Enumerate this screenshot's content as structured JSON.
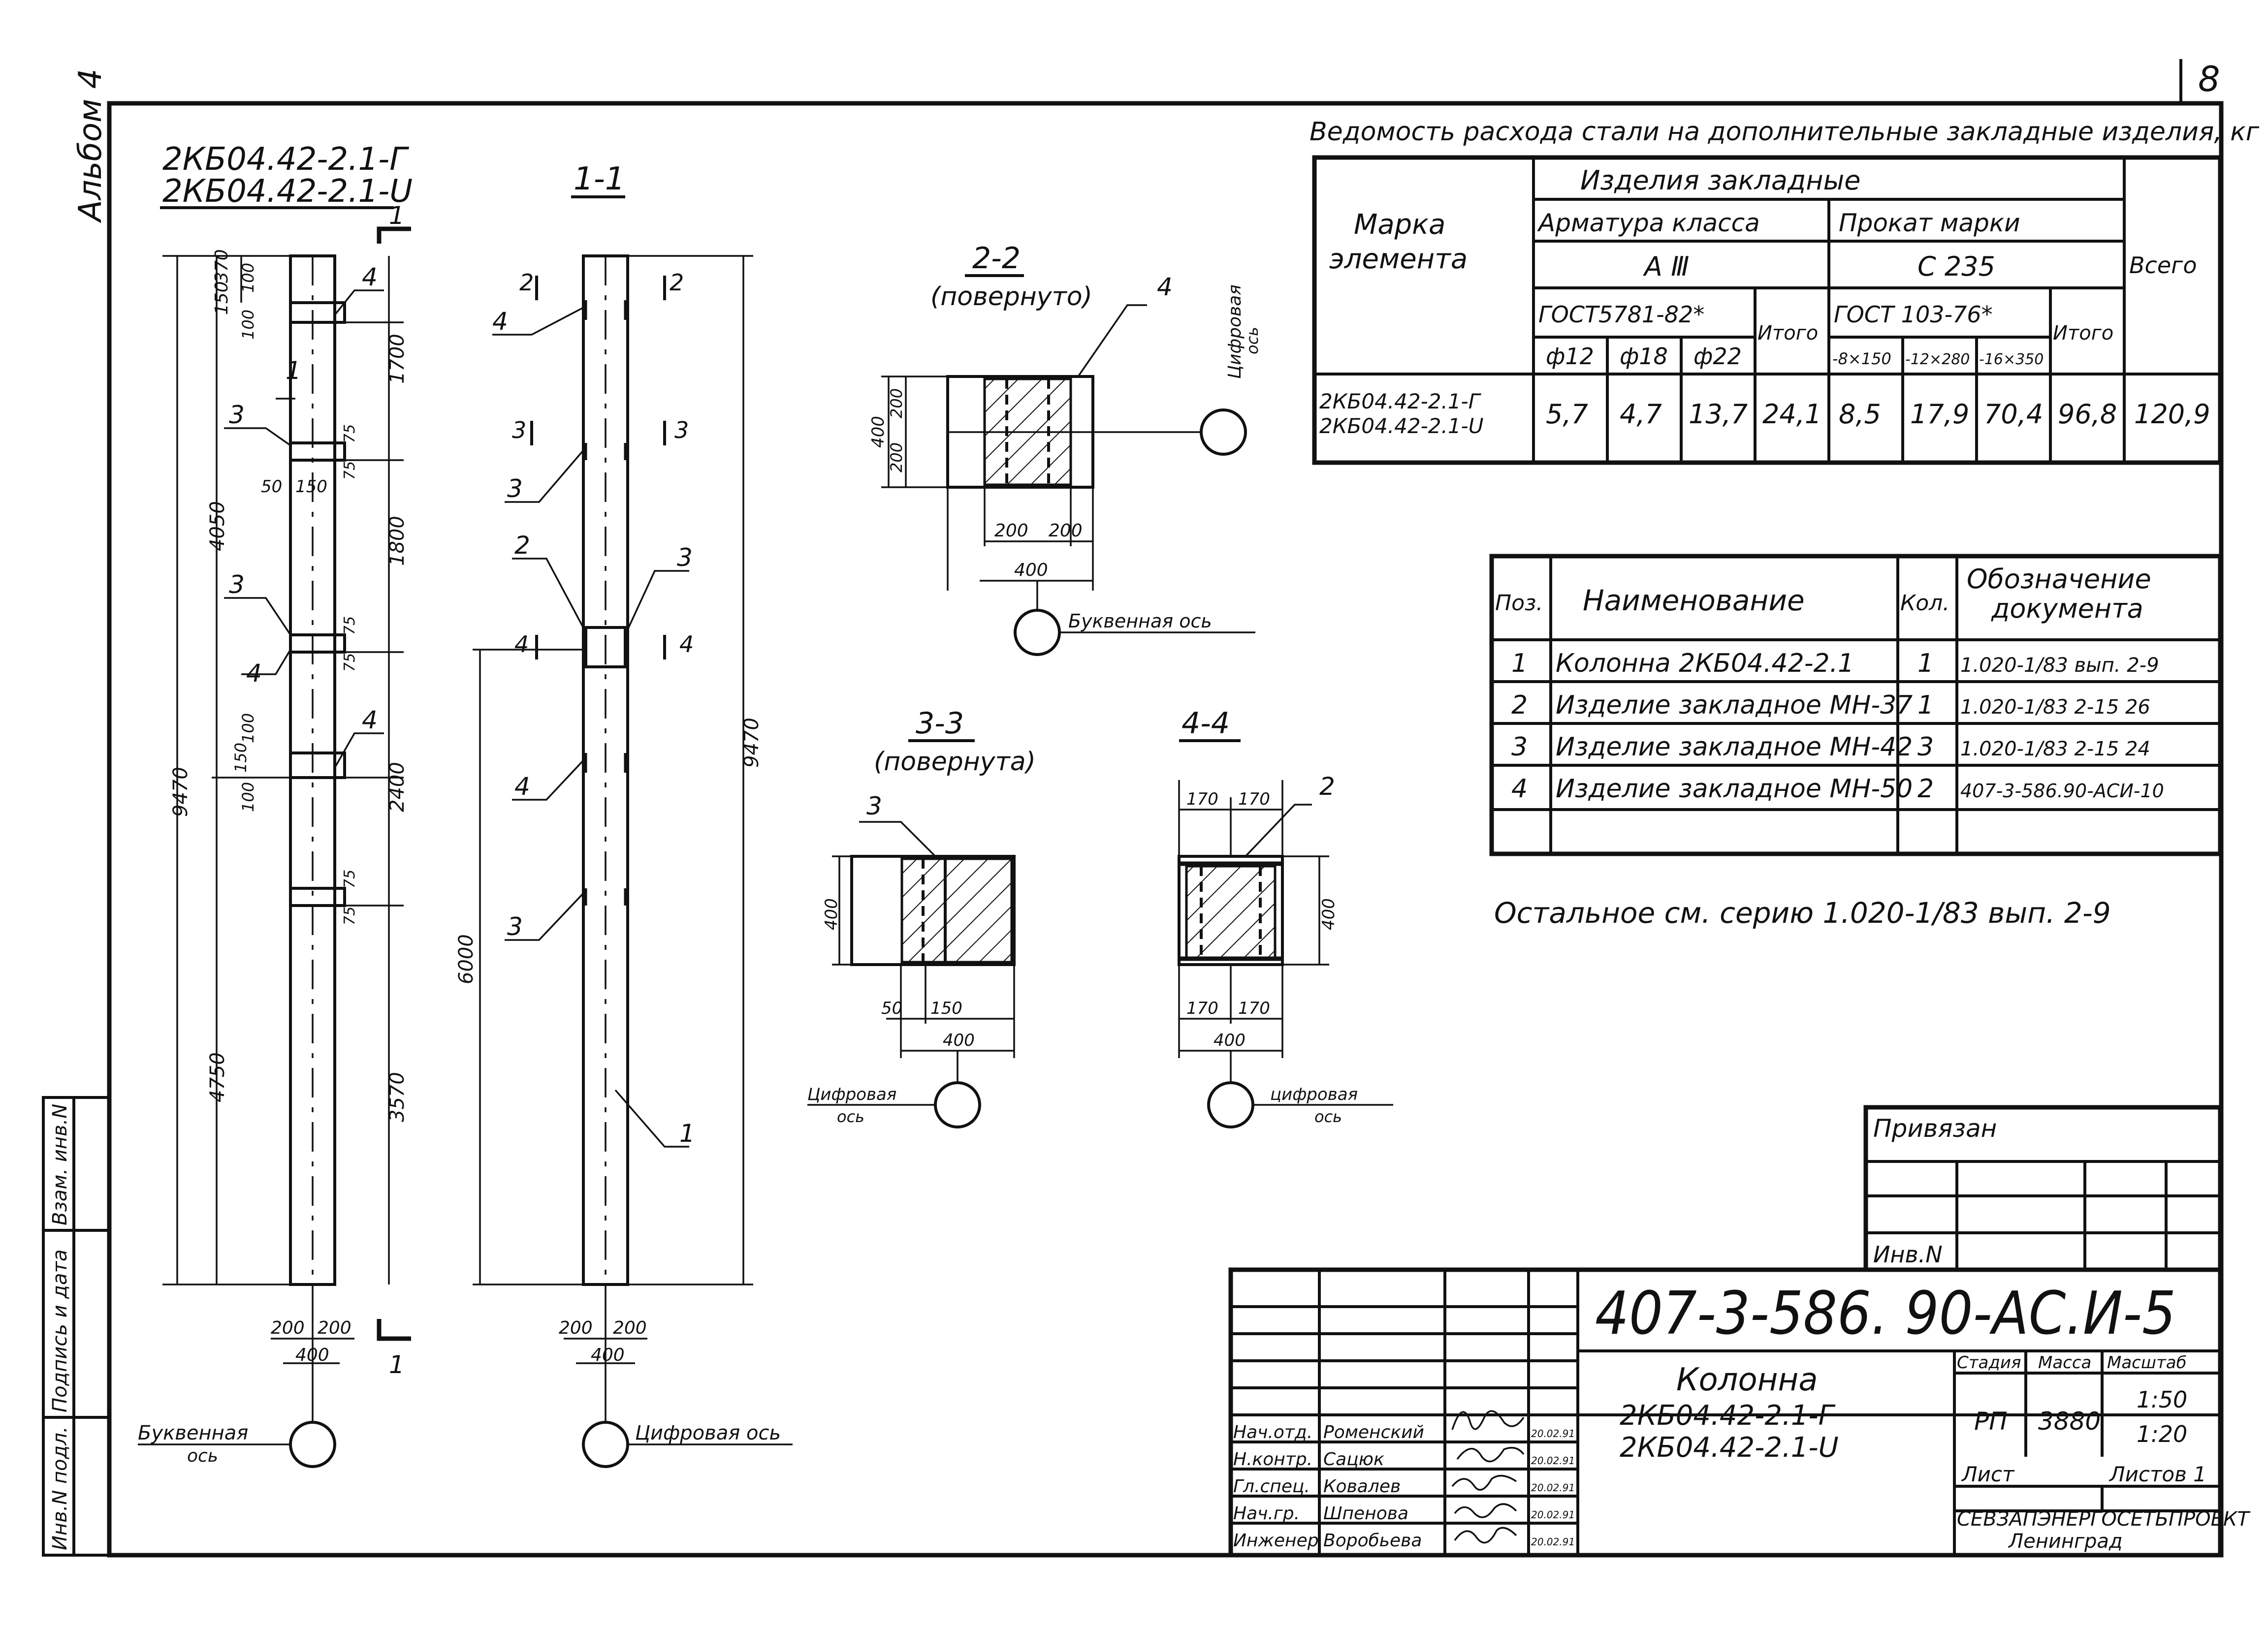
{
  "sheet_number": "8",
  "album_label": "Альбом 4",
  "side_stamp": {
    "inv_podl": "Инв.N подл.",
    "podpis": "Подпись и дата",
    "vzam": "Взам. инв.N"
  },
  "elevation": {
    "mark_line1": "2КБ04.42-2.1-Г",
    "mark_line2": "2КБ04.42-2.1-U",
    "dims": {
      "d150": "150",
      "d370": "370",
      "d100a": "100",
      "d100b": "100",
      "d1700": "1700",
      "d4050": "4050",
      "d50": "50",
      "d150b": "150",
      "d75a": "75",
      "d75b": "75",
      "d1800": "1800",
      "d75c": "75",
      "d75d": "75",
      "d100c": "100",
      "d150c": "150",
      "d100d": "100",
      "d2400": "2400",
      "d9470": "9470",
      "d75e": "75",
      "d75f": "75",
      "d4750": "4750",
      "d3570": "3570",
      "d200a": "200",
      "d200b": "200",
      "d400": "400"
    },
    "cut_label": "1",
    "axis_label_1": "Буквенная",
    "axis_label_2": "ось",
    "pos": {
      "p1": "1",
      "p3a": "3",
      "p3b": "3",
      "p4a": "4",
      "p4b": "4",
      "p4c": "4"
    }
  },
  "section11": {
    "title": "1-1",
    "cuts": {
      "c2": "2",
      "c3": "3",
      "c4": "4"
    },
    "dims": {
      "d9470": "9470",
      "d6000": "6000",
      "d200a": "200",
      "d200b": "200",
      "d400": "400"
    },
    "pos": {
      "p4a": "4",
      "p3a": "3",
      "p2": "2",
      "p3b": "3",
      "p4b": "4",
      "p3c": "3",
      "p1": "1"
    },
    "axis_label": "Цифровая ось"
  },
  "section22": {
    "title": "2-2",
    "subtitle": "(повернуто)",
    "pos": "4",
    "dims": {
      "v200a": "200",
      "v200b": "200",
      "v400": "400",
      "h200a": "200",
      "h200b": "200",
      "h400": "400"
    },
    "axis_digit_1": "Цифровая",
    "axis_digit_2": "ось",
    "axis_letter": "Буквенная ось"
  },
  "section33": {
    "title": "3-3",
    "subtitle": "(повернута)",
    "pos": "3",
    "dims": {
      "v400": "400",
      "h50": "50",
      "h150": "150",
      "h400": "400"
    },
    "axis_1": "Цифровая",
    "axis_2": "ось"
  },
  "section44": {
    "title": "4-4",
    "pos": "2",
    "dims": {
      "t170a": "170",
      "t170b": "170",
      "v400": "400",
      "b170a": "170",
      "b170b": "170",
      "h400": "400"
    },
    "axis_1": "цифровая",
    "axis_2": "ось"
  },
  "steel_table": {
    "title": "Ведомость расхода стали на дополнительные закладные изделия, кг",
    "mark_header_1": "Марка",
    "mark_header_2": "элемента",
    "group_header": "Изделия закладные",
    "armatura": "Арматура класса",
    "armatura_class": "А Ⅲ",
    "prokat": "Прокат марки",
    "prokat_mark": "С 235",
    "gost1": "ГОСТ5781-82*",
    "gost2": "ГОСТ 103-76*",
    "itogo": "Итого",
    "vsego": "Всего",
    "cols_a": [
      "ф12",
      "ф18",
      "ф22"
    ],
    "cols_b": [
      "-8×150",
      "-12×280",
      "-16×350"
    ],
    "row_mark_1": "2КБ04.42-2.1-Г",
    "row_mark_2": "2КБ04.42-2.1-U",
    "values": [
      "5,7",
      "4,7",
      "13,7",
      "24,1",
      "8,5",
      "17,9",
      "70,4",
      "96,8",
      "120,9"
    ]
  },
  "spec_table": {
    "headers": {
      "pos": "Поз.",
      "name": "Наименование",
      "qty": "Кол.",
      "doc_1": "Обозначение",
      "doc_2": "документа"
    },
    "rows": [
      {
        "pos": "1",
        "name": "Колонна 2КБ04.42-2.1",
        "qty": "1",
        "doc": "1.020-1/83 вып. 2-9"
      },
      {
        "pos": "2",
        "name": "Изделие закладное МН-37",
        "qty": "1",
        "doc": "1.020-1/83 2-15 26"
      },
      {
        "pos": "3",
        "name": "Изделие закладное МН-42",
        "qty": "3",
        "doc": "1.020-1/83 2-15 24"
      },
      {
        "pos": "4",
        "name": "Изделие закладное МН-50",
        "qty": "2",
        "doc": "407-3-586.90-АСИ-10"
      }
    ],
    "note": "Остальное см. серию 1.020-1/83 вып. 2-9"
  },
  "tied_block": {
    "privyazan": "Привязан",
    "inv": "Инв.N"
  },
  "title_block": {
    "code": "407-3-586. 90-АС.И-5",
    "name": "Колонна",
    "mark_1": "2КБ04.42-2.1-Г",
    "mark_2": "2КБ04.42-2.1-U",
    "stadia_h": "Стадия",
    "massa_h": "Масса",
    "masshtab_h": "Масштаб",
    "stadia": "РП",
    "massa": "3880",
    "scale_1": "1:50",
    "scale_2": "1:20",
    "list": "Лист",
    "listov": "Листов 1",
    "org": "СЕВЗАПЭНЕРГОСЕТЬПРОЕКТ",
    "city": "Ленинград",
    "staff": [
      {
        "role": "Нач.отд.",
        "name": "Роменский",
        "date": "20.02.91"
      },
      {
        "role": "Н.контр.",
        "name": "Сацюк",
        "date": "20.02.91"
      },
      {
        "role": "Гл.спец.",
        "name": "Ковалев",
        "date": "20.02.91"
      },
      {
        "role": "Нач.гр.",
        "name": "Шпенова",
        "date": "20.02.91"
      },
      {
        "role": "Инженер",
        "name": "Воробьева",
        "date": "20.02.91"
      }
    ]
  }
}
